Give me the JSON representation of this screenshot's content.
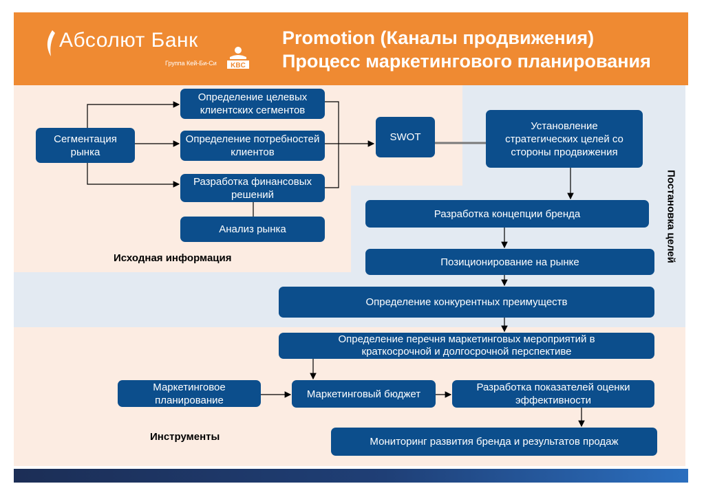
{
  "header": {
    "logo_text": "Абсолют Банк",
    "logo_sub": "Группа Кей-Би-Си",
    "kbc": "KBC",
    "title_line1": "Promotion (Каналы продвижения)",
    "title_line2": "Процесс маркетингового планирования"
  },
  "nodes": {
    "segmentation": "Сегментация рынка",
    "target_segments": "Определение целевых клиентских сегментов",
    "client_needs": "Определение потребностей клиентов",
    "financial_solutions": "Разработка финансовых решений",
    "market_analysis": "Анализ рынка",
    "swot": "SWOT",
    "strategic_goals": "Установление стратегических целей со стороны продвижения",
    "brand_concept": "Разработка концепции бренда",
    "positioning": "Позиционирование на рынке",
    "competitive_advantages": "Определение конкурентных преимуществ",
    "activities_list": "Определение перечня маркетинговых мероприятий в краткосрочной и долгосрочной перспективе",
    "marketing_planning": "Маркетинговое планирование",
    "marketing_budget": "Маркетинговый бюджет",
    "kpi_development": "Разработка показателей оценки эффективности",
    "monitoring": "Мониторинг развития бренда и результатов продаж"
  },
  "labels": {
    "source_info": "Исходная информация",
    "goal_setting": "Постановка целей",
    "tools": "Инструменты"
  },
  "colors": {
    "header": "#ef8a32",
    "box": "#0c4e8c",
    "zone_peach": "#fcece2",
    "zone_blue": "#e3eaf2"
  }
}
